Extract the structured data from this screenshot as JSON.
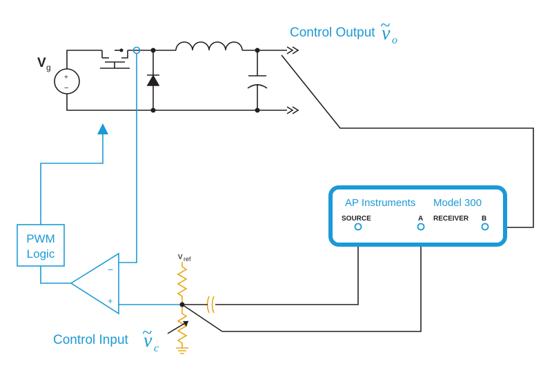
{
  "source": {
    "label": "V",
    "subscript": "g",
    "plus": "+",
    "minus": "−"
  },
  "output": {
    "label": "Control Output",
    "symbol": "v",
    "symbol_sub": "o",
    "tilde": "~"
  },
  "input": {
    "label": "Control Input",
    "symbol": "v",
    "symbol_sub": "c",
    "tilde": "~"
  },
  "pwm": {
    "line1": "PWM",
    "line2": "Logic"
  },
  "opamp": {
    "minus": "−",
    "plus": "+"
  },
  "vref": {
    "label": "v",
    "subscript": "ref"
  },
  "instrument": {
    "brand": "AP Instruments",
    "model": "Model 300",
    "source": "SOURCE",
    "a": "A",
    "receiver": "RECEIVER",
    "b": "B"
  },
  "colors": {
    "blue": "#1a9ad6",
    "black": "#231f20",
    "gold": "#e6a817"
  }
}
